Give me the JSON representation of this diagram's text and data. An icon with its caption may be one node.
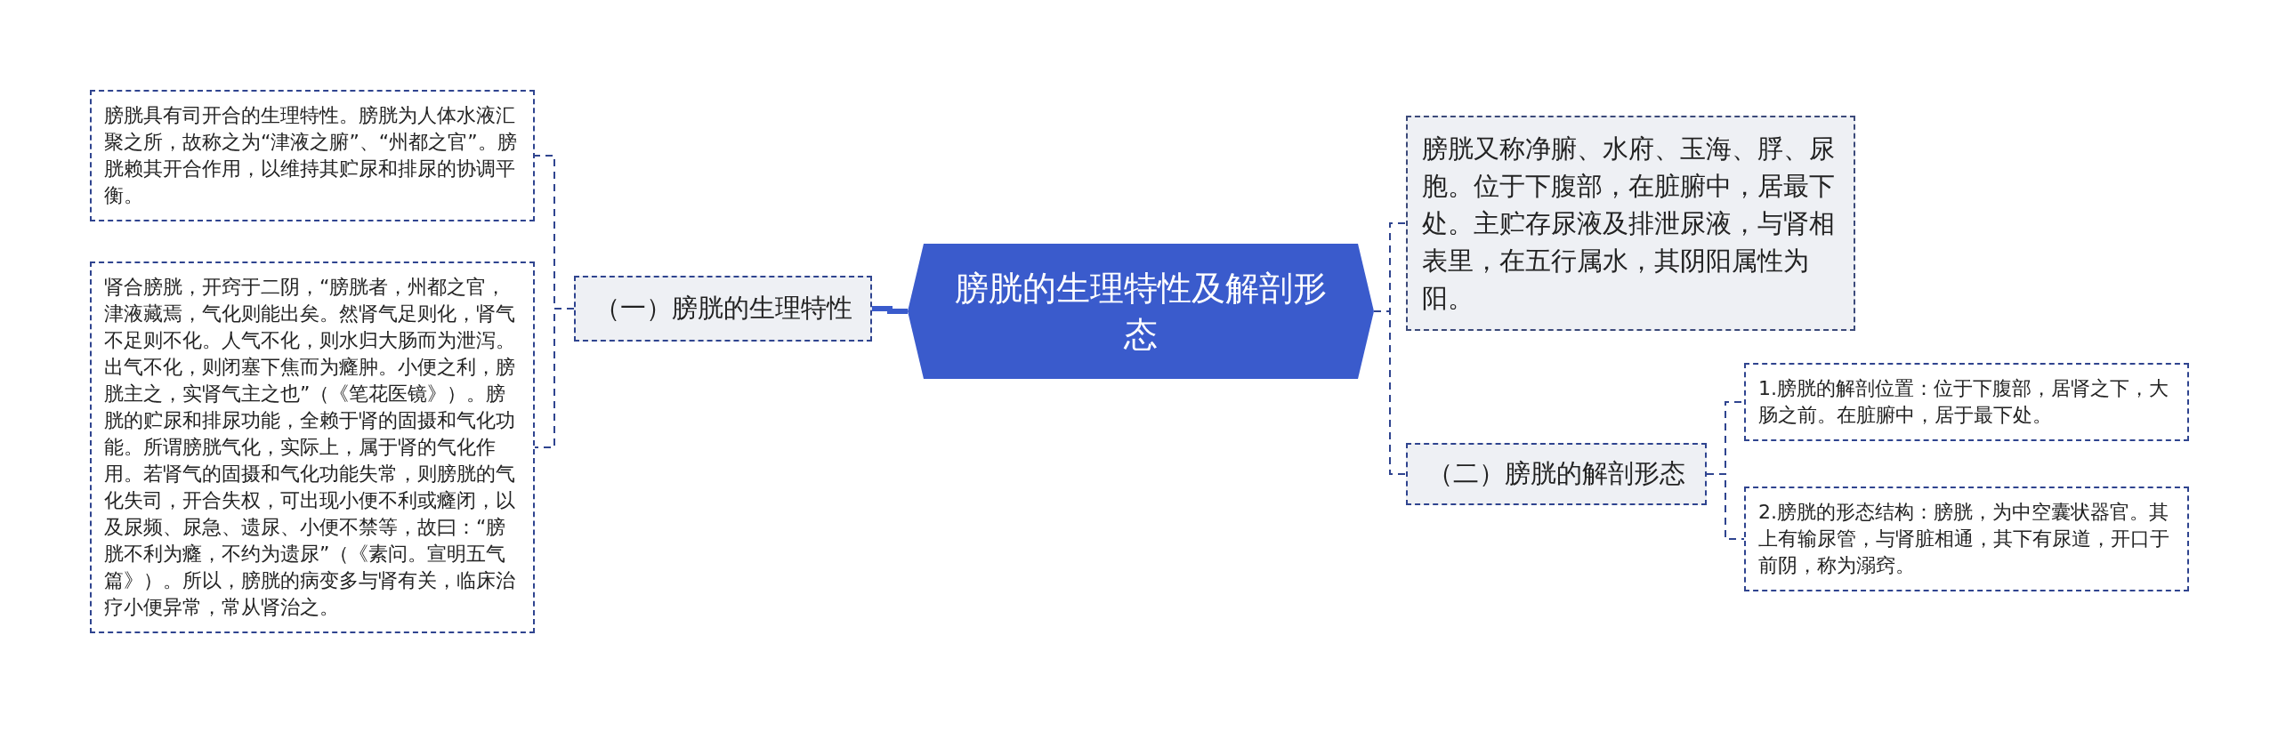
{
  "diagram": {
    "nodes": [
      {
        "text": [
          "膀胱的生理特性及解剖形态"
        ]
      },
      {
        "text": [
          "（一）膀胱的生理特性"
        ]
      },
      {
        "text": [
          "膀胱具有司开合的生理特性。膀胱为人体水液汇聚之所，故称之为“津液之腑”、“州都之官”。膀胱赖其开合作用，以维持其贮尿和排尿的协调平衡。"
        ]
      },
      {
        "text": [
          "肾合膀胱，开窍于二阴，“膀胱者，州都之官，津液藏焉，气化则能出矣。然肾气足则化，肾气不足则不化。人气不化，则水归大肠而为泄泻。出气不化，则闭塞下焦而为癃肿。小便之利，膀胱主之，实肾气主之也”（《笔花医镜》）。膀胱的贮尿和排尿功能，全赖于肾的固摄和气化功能。所谓膀胱气化，实际上，属于肾的气化作用。若肾气的固摄和气化功能失常，则膀胱的气化失司，开合失权，可出现小便不利或癃闭，以及尿频、尿急、遗尿、小便不禁等，故曰：“膀胱不利为癃，不约为遗尿”（《素问。宣明五气篇》）。所以，膀胱的病变多与肾有关，临床治疗小便异常，常从肾治之。"
        ]
      },
      {
        "text": [
          "膀胱又称净腑、水府、玉海、脬、尿胞。位于下腹部，在脏腑中，居最下处。主贮存尿液及排泄尿液，与肾相表里，在五行属水，其阴阳属性为阳。"
        ]
      },
      {
        "text": [
          "（二）膀胱的解剖形态"
        ]
      },
      {
        "text": [
          "1.膀胱的解剖位置：位于下腹部，居肾之下，大肠之前。在脏腑中，居于最下处。"
        ]
      },
      {
        "text": [
          "2.膀胱的形态结构：膀胱，为中空囊状器官。其上有输尿管，与肾脏相通，其下有尿道，开口于前阴，称为溺窍。"
        ]
      }
    ],
    "edges": [
      {
        "from": 0,
        "to": 1,
        "arrow": "none",
        "style": "thick"
      },
      {
        "from": 1,
        "to": 2,
        "arrow": "none",
        "style": "dashed"
      },
      {
        "from": 1,
        "to": 3,
        "arrow": "none",
        "style": "dashed"
      },
      {
        "from": 0,
        "to": 4,
        "arrow": "none",
        "style": "dashed"
      },
      {
        "from": 0,
        "to": 5,
        "arrow": "none",
        "style": "dashed"
      },
      {
        "from": 5,
        "to": 6,
        "arrow": "none",
        "style": "dashed"
      },
      {
        "from": 5,
        "to": 7,
        "arrow": "none",
        "style": "dashed"
      }
    ]
  }
}
